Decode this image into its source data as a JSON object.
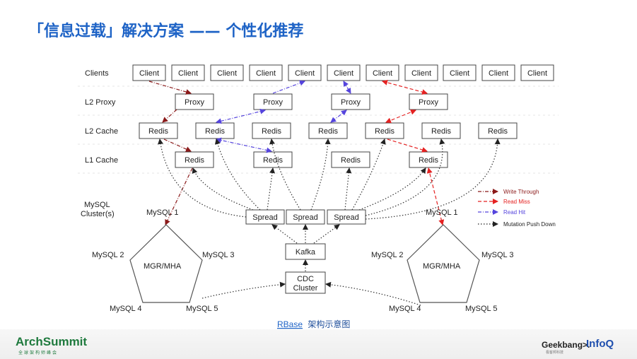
{
  "title": "「信息过载」解决方案 —— 个性化推荐",
  "rows": {
    "clients": "Clients",
    "l2_proxy": "L2 Proxy",
    "l2_cache": "L2 Cache",
    "l1_cache": "L1 Cache",
    "mysql_line1": "MySQL",
    "mysql_line2": "Cluster(s)"
  },
  "nodes": {
    "client": "Client",
    "proxy": "Proxy",
    "redis": "Redis",
    "spread": "Spread",
    "kafka": "Kafka",
    "cdc_line1": "CDC",
    "cdc_line2": "Cluster"
  },
  "mysql": {
    "m1": "MySQL 1",
    "m2": "MySQL 2",
    "m3": "MySQL 3",
    "m4": "MySQL 4",
    "m5": "MySQL 5",
    "group": "MGR/MHA"
  },
  "legend": [
    {
      "label": "Write Through",
      "color": "#8b1a1a",
      "style": "dash-dot"
    },
    {
      "label": "Read Miss",
      "color": "#e52222",
      "style": "dash"
    },
    {
      "label": "Read Hit",
      "color": "#5544dd",
      "style": "dash-dot"
    },
    {
      "label": "Mutation Push Down",
      "color": "#222222",
      "style": "dot"
    }
  ],
  "caption": {
    "rbase": "RBase",
    "rest": "架构示意图"
  },
  "footer": {
    "archsummit": "ArchSummit",
    "archsummit_sub": "全球架构师峰会",
    "geekbang": "Geekbang>.",
    "geekbang_sub": "极客邦科技",
    "infoq": "InfoQ"
  },
  "colors": {
    "title": "#1e63c6",
    "write_through": "#8b1a1a",
    "read_miss": "#e52222",
    "read_hit": "#5544dd",
    "push_down": "#222222"
  }
}
